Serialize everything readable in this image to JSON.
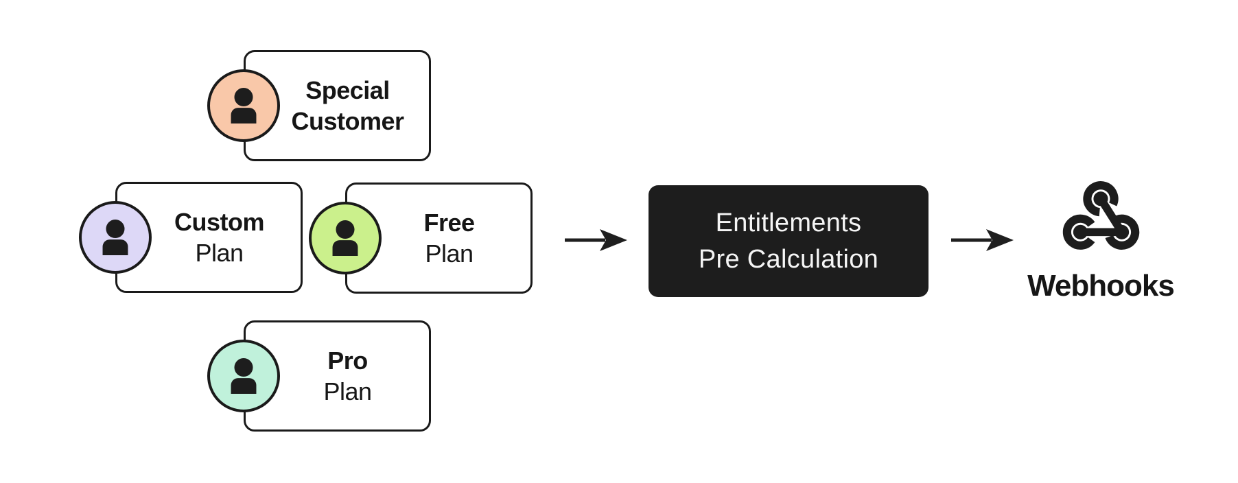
{
  "canvas": {
    "background": "#ffffff",
    "stroke_color": "#1a1a1a",
    "text_color": "#161616",
    "arrow_color": "#1f1f1f"
  },
  "cards": [
    {
      "id": "special-customer",
      "lines": [
        "Special",
        "Customer"
      ],
      "avatar_icon": "person-icon",
      "avatar_color": "#f9c8a9"
    },
    {
      "id": "custom-plan",
      "lines": [
        "Custom",
        "Plan"
      ],
      "avatar_icon": "person-icon",
      "avatar_color": "#ddd8f7"
    },
    {
      "id": "free-plan",
      "lines": [
        "Free",
        "Plan"
      ],
      "avatar_icon": "person-icon",
      "avatar_color": "#cbf08c"
    },
    {
      "id": "pro-plan",
      "lines": [
        "Pro",
        "Plan"
      ],
      "avatar_icon": "person-icon",
      "avatar_color": "#c0f1db"
    }
  ],
  "process_box": {
    "lines": [
      "Entitlements",
      "Pre Calculation"
    ],
    "background": "#1d1d1d",
    "text_color": "#f5f5f5"
  },
  "sink": {
    "label": "Webhooks",
    "icon": "webhook-icon",
    "color": "#1d1d1d"
  }
}
